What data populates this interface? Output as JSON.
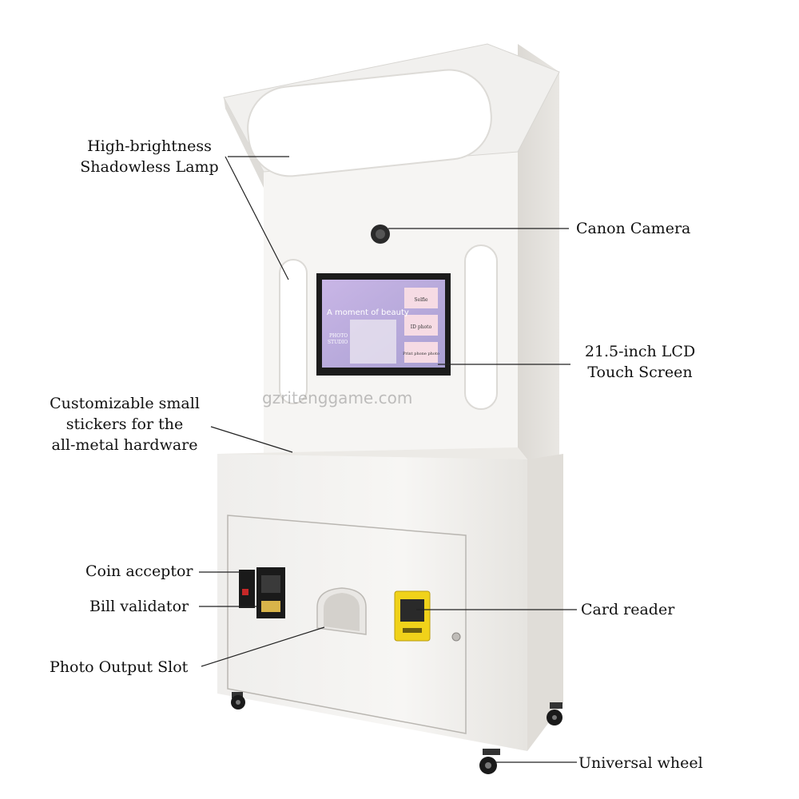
{
  "labels": {
    "lamp": [
      "High-brightness",
      "Shadowless Lamp"
    ],
    "camera": "Canon Camera",
    "screen": [
      "21.5-inch LCD",
      "Touch Screen"
    ],
    "stickers": [
      "Customizable small",
      "stickers for the",
      "all-metal hardware"
    ],
    "coin": "Coin acceptor",
    "bill": "Bill validator",
    "photo_slot": "Photo Output Slot",
    "card": "Card reader",
    "wheel": "Universal wheel"
  },
  "screen_ui": {
    "headline": "A moment of beauty",
    "studio": [
      "PHOTO",
      "STUDIO"
    ],
    "buttons": [
      "Selfie",
      "ID photo",
      "Print phone photo"
    ]
  },
  "watermark": "gzritenggame.com",
  "colors": {
    "body": "#f4f3f1",
    "shade": "#e3e1dd",
    "card_reader": "#f0d21a",
    "screen_bezel": "#1c1c1c",
    "screen_bg": "#b7a6d8",
    "button_bg": "#f6dbe4"
  }
}
